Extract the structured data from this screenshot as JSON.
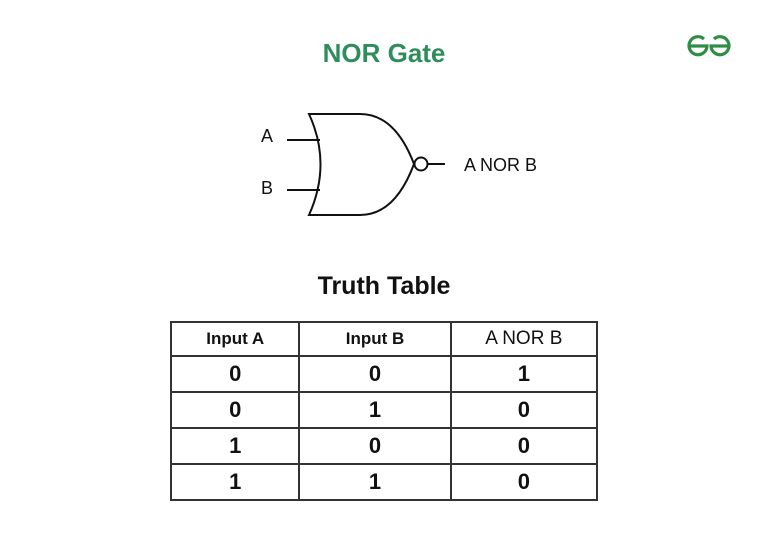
{
  "title": "NOR Gate",
  "logo": {
    "icon": "geeksforgeeks-logo-icon",
    "color": "#2f8d46"
  },
  "accent_color": "#2f8d5b",
  "gate": {
    "type": "NOR",
    "inputs": [
      "A",
      "B"
    ],
    "output_label": "A NOR B"
  },
  "truth_table": {
    "title": "Truth Table",
    "headers": [
      "Input A",
      "Input B",
      "A NOR B"
    ],
    "rows": [
      [
        "0",
        "0",
        "1"
      ],
      [
        "0",
        "1",
        "0"
      ],
      [
        "1",
        "0",
        "0"
      ],
      [
        "1",
        "1",
        "0"
      ]
    ]
  }
}
